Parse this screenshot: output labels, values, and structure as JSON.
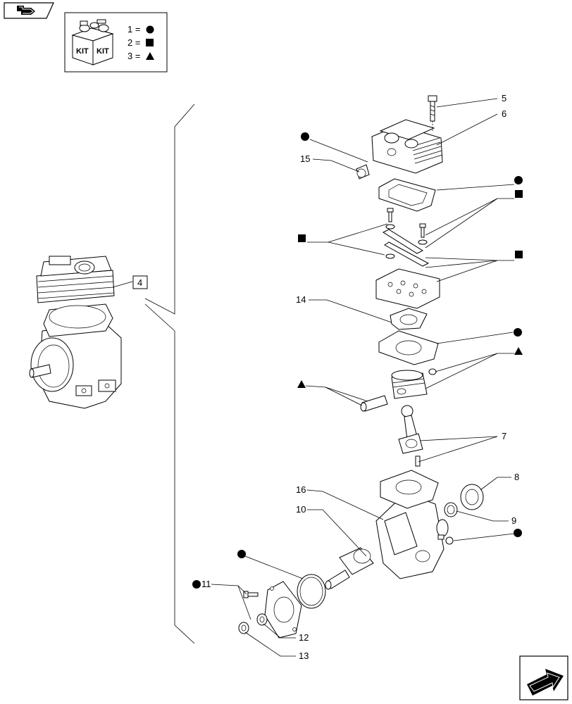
{
  "kit_legend": {
    "kit_label_left": "KIT",
    "kit_label_right": "KIT",
    "entry_1": "1 =",
    "entry_2": "2 =",
    "entry_3": "3 ="
  },
  "assembly_ref": "4",
  "callouts": {
    "c5": "5",
    "c6": "6",
    "c7": "7",
    "c8": "8",
    "c9": "9",
    "c10": "10",
    "c11": "11",
    "c12": "12",
    "c13": "13",
    "c14": "14",
    "c15": "15",
    "c16": "16"
  },
  "icons": {
    "top_nav": "back-arrow-icon",
    "bottom_nav": "forward-arrow-icon",
    "kit_symbol_1": "circle",
    "kit_symbol_2": "square",
    "kit_symbol_3": "triangle"
  }
}
